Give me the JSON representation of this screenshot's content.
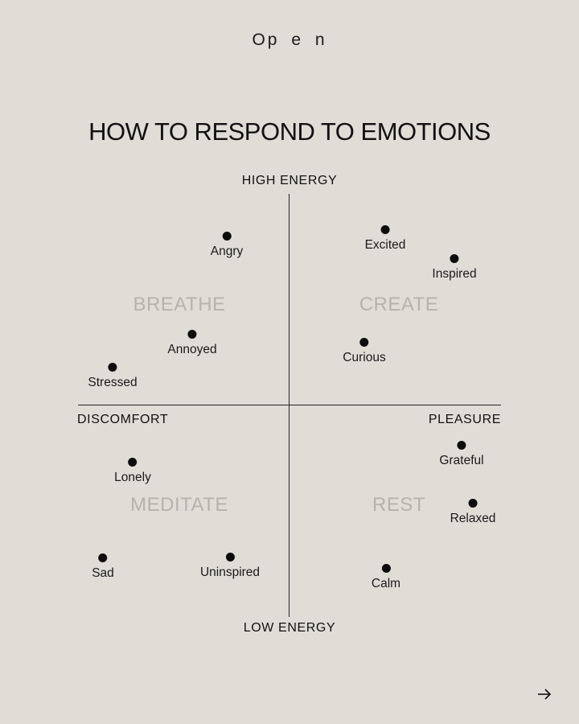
{
  "brand": "Op e  n",
  "title": "HOW TO RESPOND TO EMOTIONS",
  "axes": {
    "top": "HIGH ENERGY",
    "bottom": "LOW ENERGY",
    "left": "DISCOMFORT",
    "right": "PLEASURE"
  },
  "quadrants": {
    "top_left": "BREATHE",
    "top_right": "CREATE",
    "bottom_left": "MEDITATE",
    "bottom_right": "REST"
  },
  "emotions": [
    {
      "label": "Angry"
    },
    {
      "label": "Excited"
    },
    {
      "label": "Inspired"
    },
    {
      "label": "Annoyed"
    },
    {
      "label": "Curious"
    },
    {
      "label": "Stressed"
    },
    {
      "label": "Grateful"
    },
    {
      "label": "Lonely"
    },
    {
      "label": "Relaxed"
    },
    {
      "label": "Sad"
    },
    {
      "label": "Uninspired"
    },
    {
      "label": "Calm"
    }
  ],
  "icons": {
    "next": "arrow-right-icon"
  }
}
